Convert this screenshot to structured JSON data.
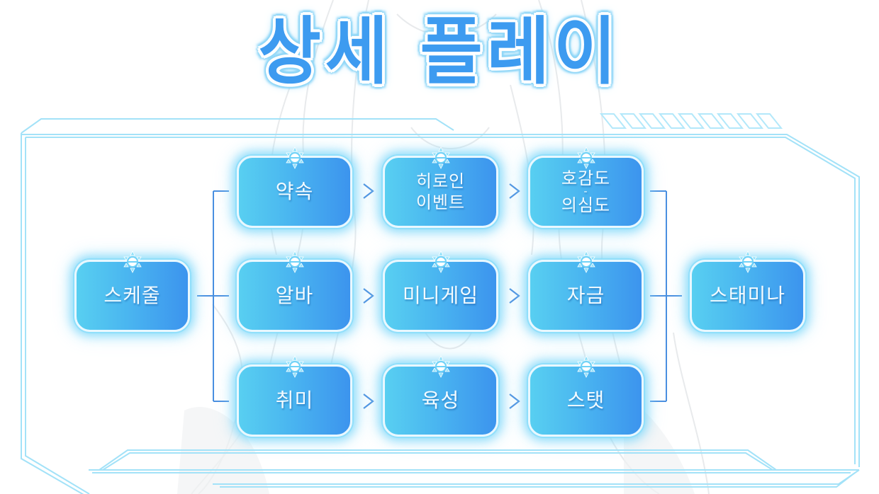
{
  "title": "상세 플레이",
  "colors": {
    "title_fill": "#3d9bf0",
    "title_glow": "#8fd6f7",
    "box_gradient_start": "#58cff1",
    "box_gradient_end": "#3c94ee",
    "box_border": "#e9f8ff",
    "connector": "#4a90e2",
    "frame_line": "#9ee0f8"
  },
  "diagram": {
    "root": {
      "id": "schedule",
      "label": "스케줄"
    },
    "rows": [
      {
        "nodes": [
          {
            "id": "promise",
            "lines": [
              "약속"
            ]
          },
          {
            "id": "heroine-event",
            "lines": [
              "히로인",
              "이벤트"
            ]
          },
          {
            "id": "affection-suspicion",
            "lines": [
              "호감도",
              "-",
              "의심도"
            ]
          }
        ]
      },
      {
        "nodes": [
          {
            "id": "part-time",
            "lines": [
              "알바"
            ]
          },
          {
            "id": "minigame",
            "lines": [
              "미니게임"
            ]
          },
          {
            "id": "funds",
            "lines": [
              "자금"
            ]
          }
        ]
      },
      {
        "nodes": [
          {
            "id": "hobby",
            "lines": [
              "취미"
            ]
          },
          {
            "id": "training",
            "lines": [
              "육성"
            ]
          },
          {
            "id": "stats",
            "lines": [
              "스탯"
            ]
          }
        ]
      }
    ],
    "sink": {
      "id": "stamina",
      "label": "스태미나"
    },
    "arrow_glyph": ">",
    "badge_icon": "sun-compass-icon"
  }
}
